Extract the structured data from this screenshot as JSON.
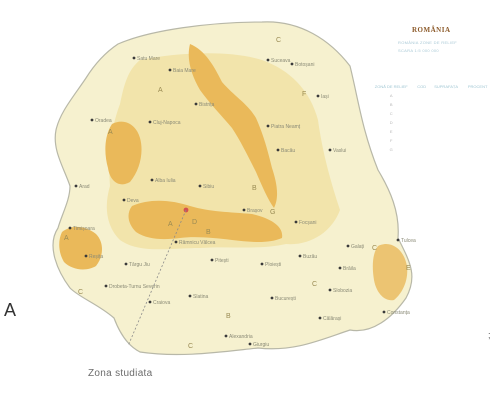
{
  "legend": {
    "title": "ROMÂNIA",
    "subtitle_1": "ROMÂNIA ZONE DE RELIEF",
    "subtitle_2": "SCARA 1:5 000 000",
    "table_header": [
      "ZONĂ DE RELIEF",
      "COD",
      "SUPRAFAȚA",
      "PROCENT"
    ],
    "rows": [
      [
        "A",
        "",
        "",
        ""
      ],
      [
        "B",
        "",
        "",
        ""
      ],
      [
        "C",
        "",
        "",
        ""
      ],
      [
        "D",
        "",
        "",
        ""
      ],
      [
        "E",
        "",
        "",
        ""
      ],
      [
        "F",
        "",
        "",
        ""
      ],
      [
        "G",
        "",
        "",
        ""
      ]
    ]
  },
  "zones": [
    "A",
    "B",
    "C",
    "D",
    "E",
    "F",
    "G"
  ],
  "cities": [
    "Satu Mare",
    "Baia Mare",
    "Suceava",
    "Botoșani",
    "Iași",
    "Oradea",
    "Cluj-Napoca",
    "Bistrița",
    "Piatra Neamț",
    "Bacău",
    "Vaslui",
    "Arad",
    "Deva",
    "Alba Iulia",
    "Sibiu",
    "Brașov",
    "Timișoara",
    "Reșița",
    "Râmnicu Vâlcea",
    "Pitești",
    "Ploiești",
    "Buzău",
    "Galați",
    "Brăila",
    "Tulcea",
    "Slobozia",
    "Constanța",
    "Craiova",
    "Drobeta-Turnu Severin",
    "Târgu Jiu",
    "Slatina",
    "Alexandria",
    "Giurgiu",
    "Călărași",
    "București",
    "Focșani"
  ],
  "study_area": {
    "label": "Zona studiata"
  },
  "colors": {
    "background": "#ffffff",
    "plains": "#f6f1cf",
    "hills": "#f1e2a4",
    "mountains": "#eab95a",
    "border": "#b8b8a8",
    "marker": "#d45050"
  },
  "fragments": {
    "left_edge": "A",
    "right_edge": ";"
  }
}
